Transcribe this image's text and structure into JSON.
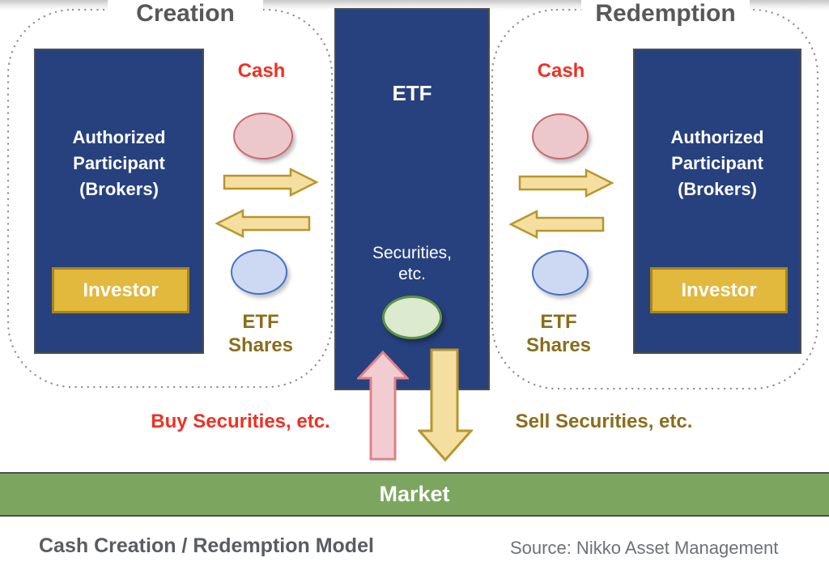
{
  "colors": {
    "navy_box": "#27417e",
    "box_border": "#4d4d4d",
    "gold_button": "#e2b83d",
    "gold_button_border": "#a8861f",
    "yellow_arrow": "#f5dfa0",
    "yellow_arrow_border": "#b8952e",
    "pink_ellipse": "#ecc7cb",
    "pink_ellipse_border": "#c96a72",
    "pink_arrow": "#f1cdd1",
    "pink_arrow_border": "#e08087",
    "blue_ellipse": "#cdd9f3",
    "blue_ellipse_border": "#4473c9",
    "green_ellipse": "#dcead0",
    "green_ellipse_border": "#5f9444",
    "market_green": "#7ca65f",
    "red_text": "#ee3124",
    "olive_text": "#8a6d1c",
    "title_gray": "#57585a"
  },
  "creation": {
    "title": "Creation",
    "cash_label": "Cash",
    "ap_lines": [
      "Authorized",
      "Participant",
      "(Brokers)"
    ],
    "investor_label": "Investor",
    "etf_shares_lines": [
      "ETF",
      "Shares"
    ]
  },
  "redemption": {
    "title": "Redemption",
    "cash_label": "Cash",
    "ap_lines": [
      "Authorized",
      "Participant",
      "(Brokers)"
    ],
    "investor_label": "Investor",
    "etf_shares_lines": [
      "ETF",
      "Shares"
    ]
  },
  "etf": {
    "title": "ETF",
    "securities_lines": [
      "Securities,",
      "etc."
    ]
  },
  "flows": {
    "buy_label": "Buy Securities, etc.",
    "sell_label": "Sell Securities, etc."
  },
  "market": {
    "label": "Market"
  },
  "footer": {
    "caption": "Cash Creation / Redemption Model",
    "source": "Source: Nikko Asset Management"
  }
}
